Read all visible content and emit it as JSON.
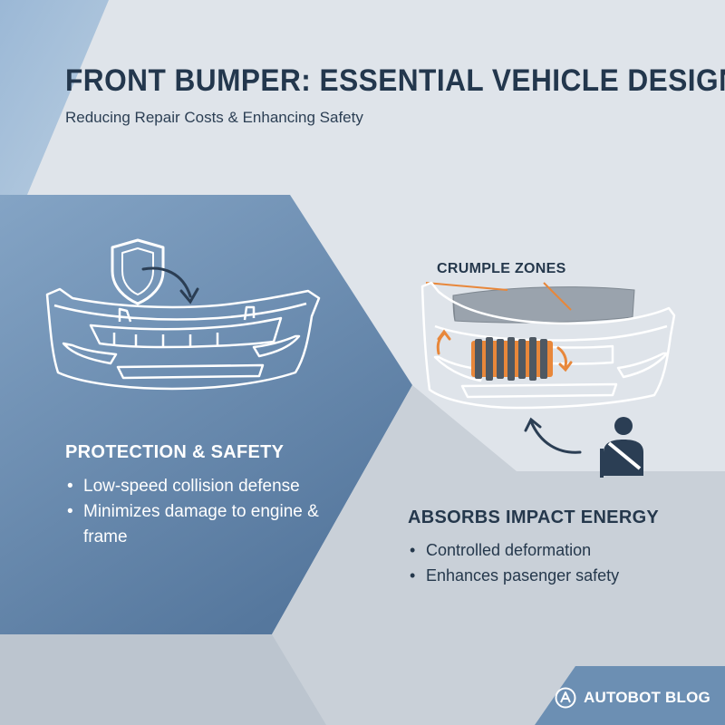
{
  "header": {
    "title": "FRONT BUMPER: ESSENTIAL VEHICLE DESIGN",
    "subtitle": "Reducing Repair Costs & Enhancing Safety"
  },
  "protection": {
    "heading": "PROTECTION & SAFETY",
    "items": [
      "Low-speed collision defense",
      "Minimizes damage to engine & frame"
    ]
  },
  "impact": {
    "heading": "ABSORBS IMPACT ENERGY",
    "items": [
      "Controlled deformation",
      "Enhances pasenger safety"
    ]
  },
  "diagram": {
    "crumple_label": "CRUMPLE ZONES",
    "icons": [
      "shield-icon",
      "curved-arrow-icon",
      "seatbelt-passenger-icon"
    ]
  },
  "brand": {
    "name": "AUTOBOT BLOG",
    "logo_icon": "triangle-a-logo-icon"
  },
  "colors": {
    "title": "#23374d",
    "left_panel": "#6b90b6",
    "bottom_panel": "#c9d0d8",
    "accent_orange": "#e8873a",
    "brand_band": "#6c8fb3"
  }
}
